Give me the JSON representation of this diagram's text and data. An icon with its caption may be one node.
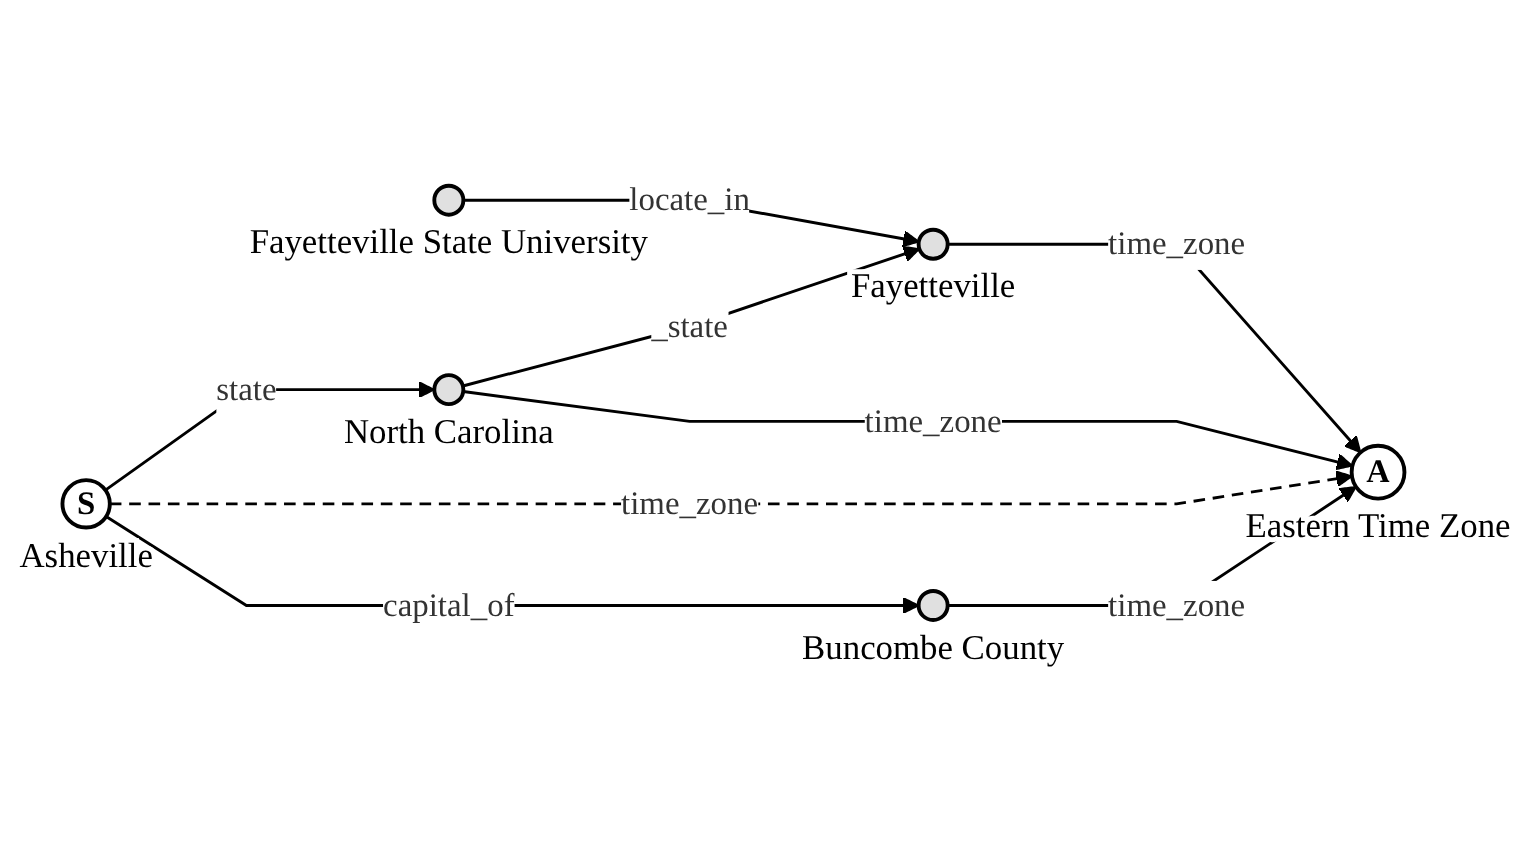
{
  "diagram": {
    "nodes": [
      {
        "text": [],
        "shape": "circle",
        "beside": [
          "Fayetteville State University"
        ]
      },
      {
        "text": [],
        "shape": "circle",
        "beside": [
          "Fayetteville"
        ]
      },
      {
        "text": [],
        "shape": "circle",
        "beside": [
          "North Carolina"
        ]
      },
      {
        "text": [
          "S"
        ],
        "beside": [
          "Asheville"
        ]
      },
      {
        "text": [
          "A"
        ],
        "beside": [
          "Eastern Time Zone"
        ]
      },
      {
        "text": [],
        "shape": "circle",
        "beside": [
          "Buncombe County"
        ]
      }
    ],
    "edges": [
      {
        "from": 0,
        "to": 1,
        "arrow": "to",
        "label": "locate_in"
      },
      {
        "from": 2,
        "to": 1,
        "arrow": "to",
        "label": "_state"
      },
      {
        "from": 1,
        "to": 4,
        "arrow": "to",
        "label": "time_zone"
      },
      {
        "from": 3,
        "to": 2,
        "arrow": "to",
        "label": "state"
      },
      {
        "from": 2,
        "to": 4,
        "arrow": "to",
        "label": "time_zone"
      },
      {
        "from": 3,
        "to": 4,
        "arrow": "to",
        "label": "time_zone",
        "style": "dashed"
      },
      {
        "from": 3,
        "to": 5,
        "arrow": "to",
        "label": "capital_of"
      },
      {
        "from": 5,
        "to": 4,
        "arrow": "to",
        "label": "time_zone"
      }
    ]
  }
}
